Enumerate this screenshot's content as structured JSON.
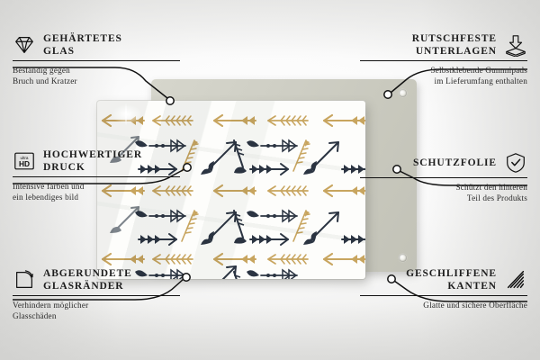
{
  "product": {
    "type": "glass-cutting-board",
    "pattern_name": "arrows-pattern",
    "pattern_colors": [
      "#c8a55f",
      "#2b3442",
      "#7e858c"
    ],
    "board_color": "#cfcfc5",
    "glass_color": "#fdfdfb",
    "holes": [
      "top-right",
      "bottom-right"
    ]
  },
  "features": [
    {
      "id": "tempered-glass",
      "icon": "diamond-icon",
      "title_line1": "GEHÄRTETES",
      "title_line2": "GLAS",
      "desc_line1": "Beständig gegen",
      "desc_line2": "Bruch und Kratzer",
      "side": "left"
    },
    {
      "id": "high-quality-print",
      "icon": "ultra-hd-icon",
      "icon_text_small": "ultra",
      "icon_text_large": "HD",
      "title_line1": "HOCHWERTIGER",
      "title_line2": "DRUCK",
      "desc_line1": "Intensive farben und",
      "desc_line2": "ein lebendiges bild",
      "side": "left"
    },
    {
      "id": "rounded-glass-edges",
      "icon": "rounded-corner-icon",
      "title_line1": "ABGERUNDETE",
      "title_line2": "GLASRÄNDER",
      "desc_line1": "Verhindern möglicher",
      "desc_line2": "Glasschäden",
      "side": "left"
    },
    {
      "id": "non-slip-pads",
      "icon": "press-pad-icon",
      "title_line1": "RUTSCHFESTE",
      "title_line2": "UNTERLAGEN",
      "desc_line1": "Selbstklebende Gummipads",
      "desc_line2": "im Lieferumfang enthalten",
      "side": "right"
    },
    {
      "id": "protective-film",
      "icon": "shield-check-icon",
      "title_line1": "SCHUTZFOLIE",
      "title_line2": "",
      "desc_line1": "Schützt den hinteren",
      "desc_line2": "Teil des Produkts",
      "side": "right"
    },
    {
      "id": "polished-edges",
      "icon": "hatched-triangle-icon",
      "title_line1": "GESCHLIFFENE",
      "title_line2": "KANTEN",
      "desc_line1": "Glatte und sichere Oberfläche",
      "desc_line2": "",
      "side": "right"
    }
  ]
}
